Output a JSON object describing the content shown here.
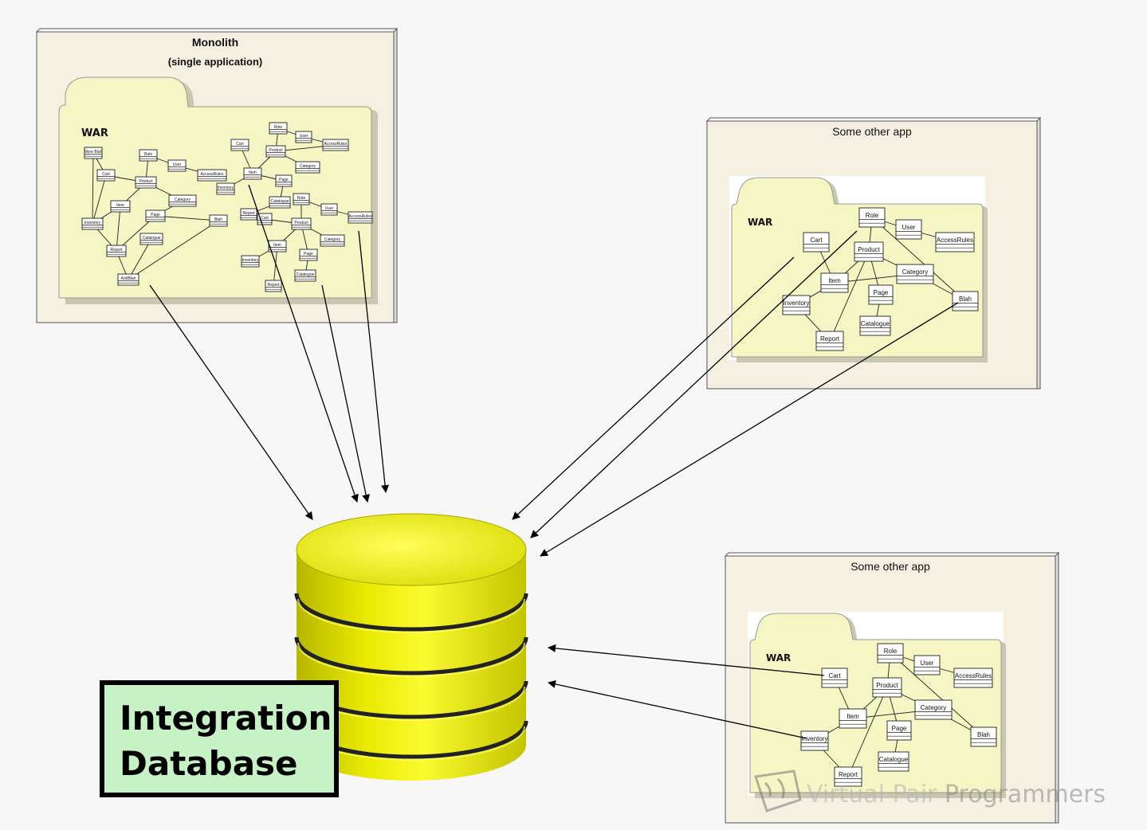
{
  "monolith": {
    "title": "Monolith",
    "subtitle": "(single application)",
    "war_label": "WAR",
    "classes": [
      "More Blah",
      "Role",
      "User",
      "AccessRules",
      "Cart",
      "Product",
      "Category",
      "Item",
      "Page",
      "Inventory",
      "Blah",
      "Catalogue",
      "Report",
      "AndBlah",
      "Role",
      "User",
      "AccessRules",
      "Cart",
      "Product",
      "Category",
      "Item",
      "Inventory",
      "Page",
      "Catalogue",
      "Role",
      "User",
      "AccessRules",
      "Report",
      "Cart",
      "Product",
      "Category",
      "Item",
      "Inventory",
      "Page",
      "Report",
      "Catalogue"
    ]
  },
  "app_top": {
    "title": "Some other app",
    "war_label": "WAR",
    "classes": [
      "Role",
      "User",
      "AccessRules",
      "Cart",
      "Product",
      "Category",
      "Item",
      "Page",
      "Inventory",
      "Blah",
      "Catalogue",
      "Report"
    ]
  },
  "app_bottom": {
    "title": "Some other app",
    "war_label": "WAR",
    "classes": [
      "Role",
      "User",
      "AccessRules",
      "Cart",
      "Product",
      "Category",
      "Item",
      "Page",
      "Inventory",
      "Blah",
      "Catalogue",
      "Report"
    ]
  },
  "database": {
    "label_line1": "Integration",
    "label_line2": "Database"
  },
  "watermark": {
    "text_light": "Virtual Pair ",
    "text_dark": "Programmers"
  },
  "colors": {
    "background": "#f7f7f7",
    "panel": "#f6f0e2",
    "war_fill": "#f6f5c4",
    "db_yellow": "#e6e600",
    "db_label_fill": "#c6f2c6"
  }
}
